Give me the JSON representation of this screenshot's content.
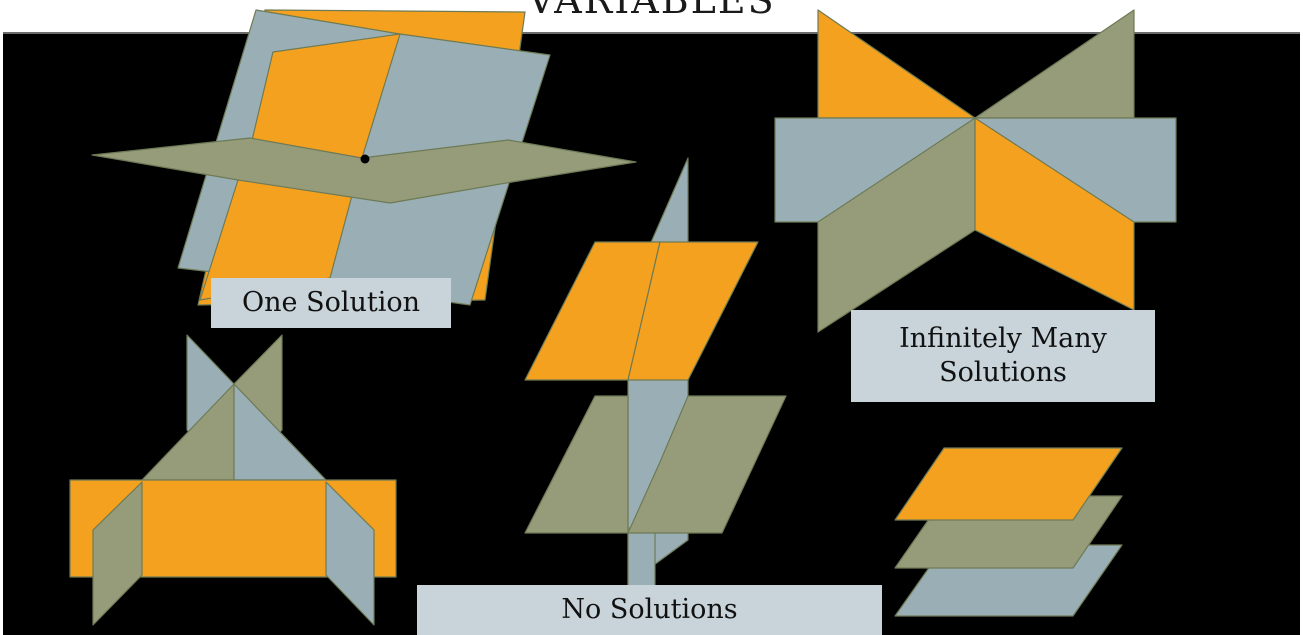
{
  "slide": {
    "title": "VARIABLES"
  },
  "labels": {
    "one_solution": "One Solution",
    "infinite_line1": "Infinitely Many",
    "infinite_line2": "Solutions",
    "no_solutions": "No Solutions"
  },
  "colors": {
    "orange": "#F4A11F",
    "gray_blue": "#9AAFB5",
    "olive": "#969B7A",
    "background": "#000000",
    "label_fill": "#C8D4DA"
  }
}
